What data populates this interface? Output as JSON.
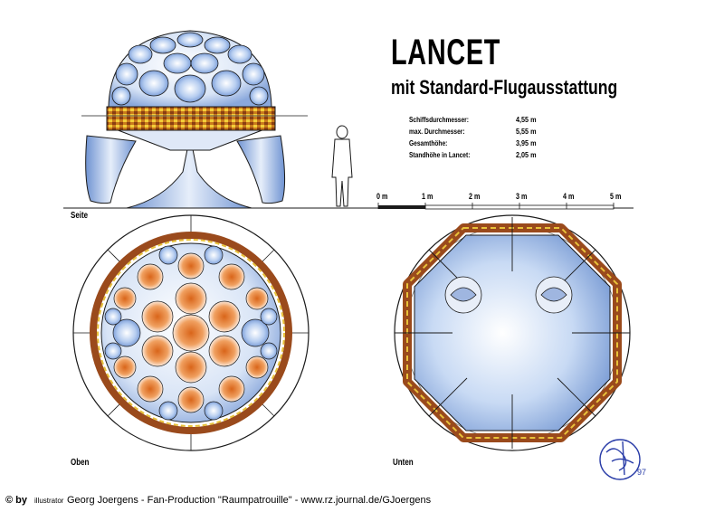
{
  "title": "LANCET",
  "subtitle": "mit Standard-Flugausstattung",
  "specs": [
    {
      "label": "Schiffsdurchmesser:",
      "value": "4,55 m"
    },
    {
      "label": "max. Durchmesser:",
      "value": "5,55 m"
    },
    {
      "label": "Gesamthöhe:",
      "value": "3,95 m"
    },
    {
      "label": "Standhöhe in Lancet:",
      "value": "2,05 m"
    }
  ],
  "scale_ticks": [
    "0 m",
    "1 m",
    "2 m",
    "3 m",
    "4 m",
    "5 m"
  ],
  "view_labels": {
    "side": "Seite",
    "top": "Oben",
    "bottom": "Unten"
  },
  "signature": "97",
  "credit": {
    "prefix": "© by",
    "role": "illustrator",
    "text": "Georg Joergens - Fan-Production \"Raumpatrouille\" - www.rz.journal.de/GJoergens"
  },
  "colors": {
    "dome_blue": "#8fb4e8",
    "hull_orange": "#e07a2a",
    "ring_brown": "#9a4a1c",
    "ring_yellow": "#e8c23a"
  }
}
